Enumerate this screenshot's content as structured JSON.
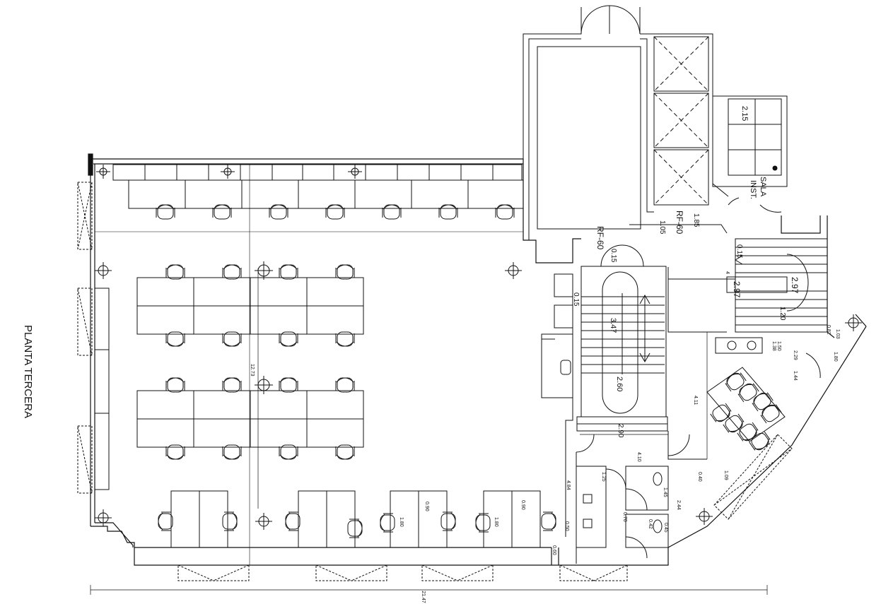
{
  "drawing": {
    "title": "PLANTA TERCERA",
    "room_labels": {
      "sala_line1": "SALA",
      "sala_line2": "INST."
    },
    "fire_ratings": [
      "RF-60",
      "RF-60"
    ],
    "dimensions": {
      "total_width": "21.47",
      "vertical_main": "12.73",
      "shaft": "2.15",
      "d_185": "1.85",
      "d_105": "1.05",
      "d_015a": "0.15",
      "d_015b": "0.15",
      "d_015c": "0.15",
      "d_297a": "2.97",
      "d_297b": "2.97",
      "d_120": "1.20",
      "d_347": "3.47",
      "d_260": "2.60",
      "d_290": "2.90",
      "d_411": "4.11",
      "d_410": "4.10",
      "d_484": "4.84",
      "d_244": "2.44",
      "d_180a": "1.80",
      "d_180b": "1.80",
      "d_090a": "0.90",
      "d_090b": "0.90",
      "d_060": "0.60",
      "d_050": "0.50",
      "d_145": "1.45",
      "d_125": "1.25",
      "d_144": "1.44",
      "d_180c": "1.80",
      "d_229": "2.29",
      "d_109": "1.09",
      "d_040": "0.40",
      "d_103": "1.03",
      "d_082": "0.82",
      "d_138": "1.38",
      "d_150": "1.50",
      "d_045": "0.45",
      "d_042": "0.42",
      "d_070": "0.70",
      "d_4": "4"
    }
  }
}
